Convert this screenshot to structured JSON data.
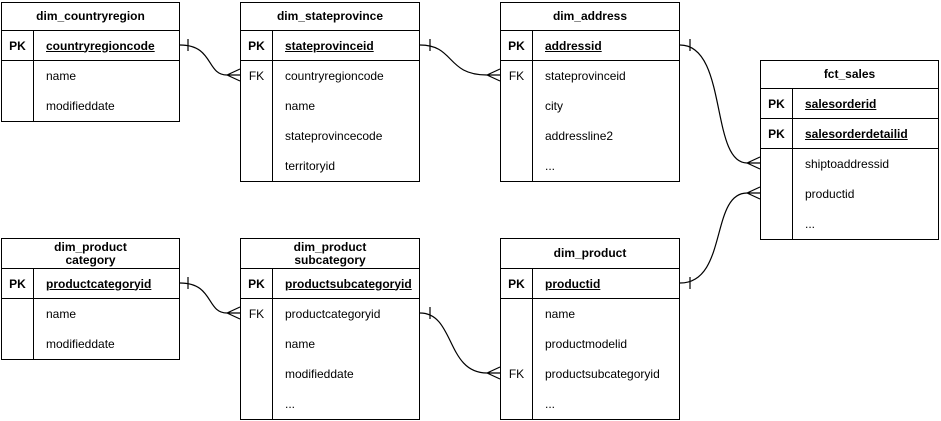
{
  "diagram": {
    "colors": {
      "background": "#ffffff",
      "line": "#000000",
      "text": "#000000"
    },
    "tables": [
      {
        "name": "dim_countryregion",
        "title": "dim_countryregion",
        "pk_rows": [
          {
            "key": "PK",
            "field": "countryregioncode"
          }
        ],
        "attr_rows": [
          {
            "key": "",
            "field": "name"
          },
          {
            "key": "",
            "field": "modifieddate"
          }
        ]
      },
      {
        "name": "dim_stateprovince",
        "title": "dim_stateprovince",
        "pk_rows": [
          {
            "key": "PK",
            "field": "stateprovinceid"
          }
        ],
        "attr_rows": [
          {
            "key": "FK",
            "field": "countryregioncode"
          },
          {
            "key": "",
            "field": "name"
          },
          {
            "key": "",
            "field": "stateprovincecode"
          },
          {
            "key": "",
            "field": "territoryid"
          }
        ]
      },
      {
        "name": "dim_address",
        "title": "dim_address",
        "pk_rows": [
          {
            "key": "PK",
            "field": "addressid"
          }
        ],
        "attr_rows": [
          {
            "key": "FK",
            "field": "stateprovinceid"
          },
          {
            "key": "",
            "field": "city"
          },
          {
            "key": "",
            "field": "addressline2"
          },
          {
            "key": "",
            "field": "..."
          }
        ]
      },
      {
        "name": "fct_sales",
        "title": "fct_sales",
        "pk_rows": [
          {
            "key": "PK",
            "field": "salesorderid"
          },
          {
            "key": "PK",
            "field": "salesorderdetailid"
          }
        ],
        "attr_rows": [
          {
            "key": "",
            "field": "shiptoaddressid"
          },
          {
            "key": "",
            "field": "productid"
          },
          {
            "key": "",
            "field": "..."
          }
        ]
      },
      {
        "name": "dim_product_category",
        "title": "dim_product\ncategory",
        "pk_rows": [
          {
            "key": "PK",
            "field": "productcategoryid"
          }
        ],
        "attr_rows": [
          {
            "key": "",
            "field": "name"
          },
          {
            "key": "",
            "field": "modifieddate"
          }
        ]
      },
      {
        "name": "dim_product_subcategory",
        "title": "dim_product\nsubcategory",
        "pk_rows": [
          {
            "key": "PK",
            "field": "productsubcategoryid"
          }
        ],
        "attr_rows": [
          {
            "key": "FK",
            "field": "productcategoryid"
          },
          {
            "key": "",
            "field": "name"
          },
          {
            "key": "",
            "field": "modifieddate"
          },
          {
            "key": "",
            "field": "..."
          }
        ]
      },
      {
        "name": "dim_product",
        "title": "dim_product",
        "pk_rows": [
          {
            "key": "PK",
            "field": "productid"
          }
        ],
        "attr_rows": [
          {
            "key": "",
            "field": "name"
          },
          {
            "key": "",
            "field": "productmodelid"
          },
          {
            "key": "FK",
            "field": "productsubcategoryid"
          },
          {
            "key": "",
            "field": "..."
          }
        ]
      }
    ],
    "relationships": [
      {
        "from_table": "dim_countryregion",
        "from_field": "countryregioncode",
        "to_table": "dim_stateprovince",
        "to_field": "countryregioncode",
        "from_cardinality": "one",
        "to_cardinality": "many"
      },
      {
        "from_table": "dim_stateprovince",
        "from_field": "stateprovinceid",
        "to_table": "dim_address",
        "to_field": "stateprovinceid",
        "from_cardinality": "one",
        "to_cardinality": "many"
      },
      {
        "from_table": "dim_address",
        "from_field": "addressid",
        "to_table": "fct_sales",
        "to_field": "shiptoaddressid",
        "from_cardinality": "one",
        "to_cardinality": "many"
      },
      {
        "from_table": "dim_product",
        "from_field": "productid",
        "to_table": "fct_sales",
        "to_field": "productid",
        "from_cardinality": "one",
        "to_cardinality": "many"
      },
      {
        "from_table": "dim_product_category",
        "from_field": "productcategoryid",
        "to_table": "dim_product_subcategory",
        "to_field": "productcategoryid",
        "from_cardinality": "one",
        "to_cardinality": "many"
      },
      {
        "from_table": "dim_product_subcategory",
        "from_field": "productsubcategoryid",
        "to_table": "dim_product",
        "to_field": "productsubcategoryid",
        "from_cardinality": "one",
        "to_cardinality": "many"
      }
    ]
  }
}
